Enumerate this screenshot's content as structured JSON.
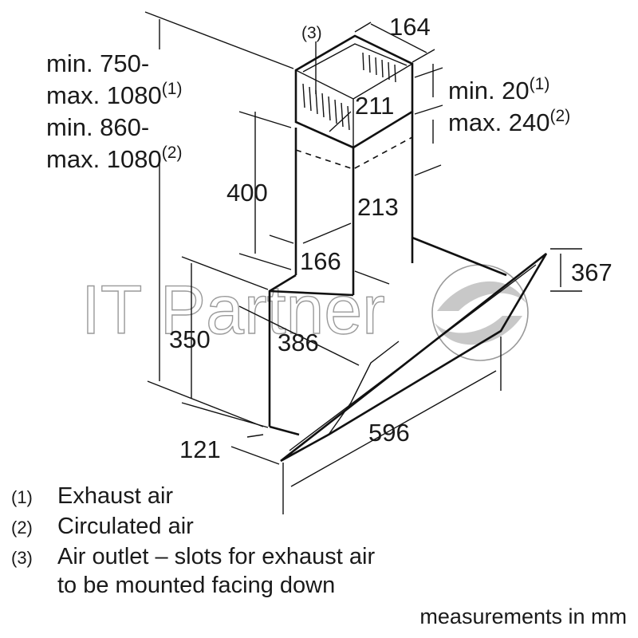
{
  "watermark": "IT Partner",
  "labels": {
    "height_total": [
      "min. 750-",
      "max. 1080",
      "(1)",
      "min. 860-",
      "max. 1080",
      "(2)"
    ],
    "chimney_width": "164",
    "outlet_ref": "(3)",
    "chimney_depth": "211",
    "gap_line1": "min. 20",
    "gap_line1_sup": "(1)",
    "gap_line2": "max. 240",
    "gap_line2_sup": "(2)",
    "lower_chimney_height": "400",
    "lower_chimney_depth": "213",
    "lower_chimney_width": "166",
    "glass_height": "367",
    "body_height": "350",
    "body_depth": "386",
    "overall_width": "596",
    "front_offset": "121"
  },
  "legend": [
    {
      "num": "(1)",
      "text": "Exhaust air"
    },
    {
      "num": "(2)",
      "text": "Circulated air"
    },
    {
      "num": "(3)",
      "text": "Air outlet – slots for exhaust air",
      "text2": "to be mounted facing down"
    }
  ],
  "units": "measurements in mm"
}
